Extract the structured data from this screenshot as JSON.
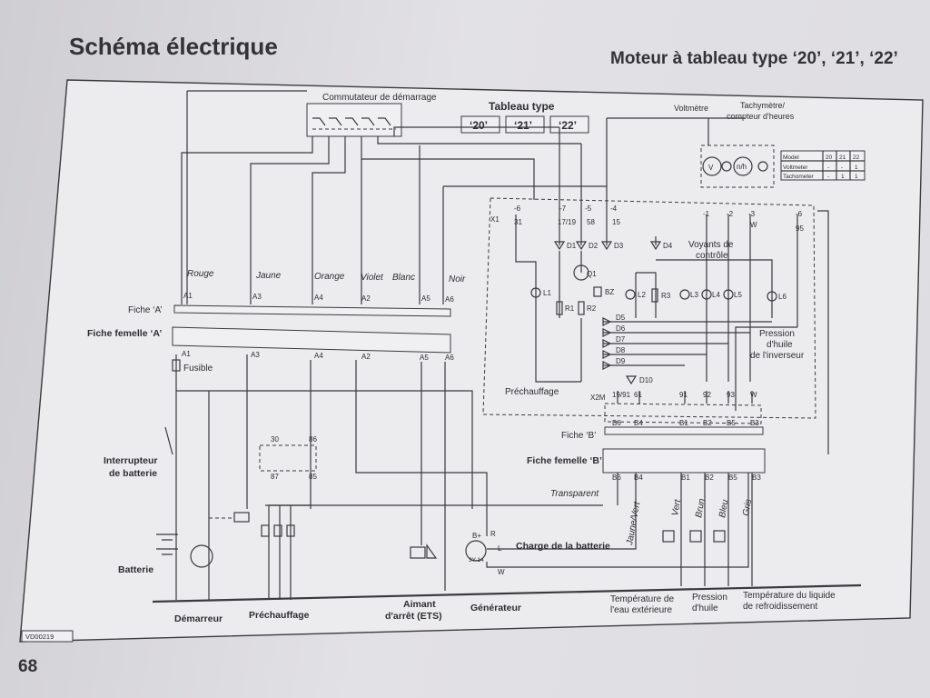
{
  "header": {
    "title": "Schéma électrique",
    "subtitle": "Moteur à tableau type ‘20’, ‘21’, ‘22’"
  },
  "page_number": "68",
  "diagram": {
    "ref_code": "VD00219",
    "starter_switch_label": "Commutateur de démarrage",
    "panel_type_label": "Tableau type",
    "panel_types": [
      "‘20’",
      "‘21’",
      "‘22’"
    ],
    "voltmeter_label": "Voltmètre",
    "tacho_label_1": "Tachymètre/",
    "tacho_label_2": "compteur d'heures",
    "model_table": {
      "headers": [
        "Model",
        "20",
        "21",
        "22"
      ],
      "rows": [
        [
          "Voltmeter",
          "-",
          "-",
          "1"
        ],
        [
          "Tachometer",
          "-",
          "1",
          "1"
        ]
      ]
    },
    "terminals_top": [
      "-6",
      "-7",
      "-5",
      "-4"
    ],
    "terminal_codes_top": [
      "31",
      "17/19",
      "58",
      "15"
    ],
    "terminals_right": [
      "-1",
      "-2",
      "-3",
      "-6"
    ],
    "terminal_codes_right": [
      "W",
      "95"
    ],
    "x1_label": "X1",
    "x2m_label": "X2M",
    "warning_lights_1": "Voyants de",
    "warning_lights_2": "contrôle",
    "oil_inverter_1": "Pression",
    "oil_inverter_2": "d'huile",
    "oil_inverter_3": "de l'inverseur",
    "preheat_inner": "Préchauffage",
    "wire_colors": [
      "Rouge",
      "Jaune",
      "Orange",
      "Violet",
      "Blanc",
      "Noir"
    ],
    "plug_a": "Fiche ‘A’",
    "plug_a_female": "Fiche femelle ‘A’",
    "plug_b": "Fiche ‘B’",
    "plug_b_female": "Fiche femelle ‘B’",
    "pins_a": [
      "A1",
      "A3",
      "A4",
      "A2",
      "A5",
      "A6"
    ],
    "pins_b": [
      "B6",
      "B4",
      "B1",
      "B2",
      "B5",
      "B3"
    ],
    "pins_b_codes": [
      "19/91",
      "61",
      "91",
      "92",
      "93",
      "W"
    ],
    "fuse_label": "Fusible",
    "battery_switch_1": "Interrupteur",
    "battery_switch_2": "de batterie",
    "battery_label": "Batterie",
    "relay_pins": [
      "30",
      "86",
      "87",
      "85"
    ],
    "transparent_label": "Transparent",
    "alt_pins": [
      "B+",
      "R",
      "L",
      "W"
    ],
    "alt_code": "3Y-14",
    "charge_label": "Charge de la batterie",
    "wire_colors_b": [
      "Jaune/Vert",
      "Vert",
      "Brun",
      "Bleu",
      "Gris"
    ],
    "components": [
      "D1",
      "D2",
      "D3",
      "D4",
      "Q1",
      "BZ",
      "L1",
      "L2",
      "L3",
      "L4",
      "L5",
      "L6",
      "R1",
      "R2",
      "R3",
      "D5",
      "D6",
      "D7",
      "D8",
      "D9",
      "D10"
    ],
    "bottom_labels": {
      "starter": "Démarreur",
      "preheat": "Préchauffage",
      "stop_magnet_1": "Aimant",
      "stop_magnet_2": "d'arrêt (ETS)",
      "generator": "Générateur",
      "ext_water_temp_1": "Température de",
      "ext_water_temp_2": "l'eau extérieure",
      "oil_pressure_1": "Pression",
      "oil_pressure_2": "d'huile",
      "coolant_temp_1": "Température du liquide",
      "coolant_temp_2": "de refroidissement"
    }
  }
}
